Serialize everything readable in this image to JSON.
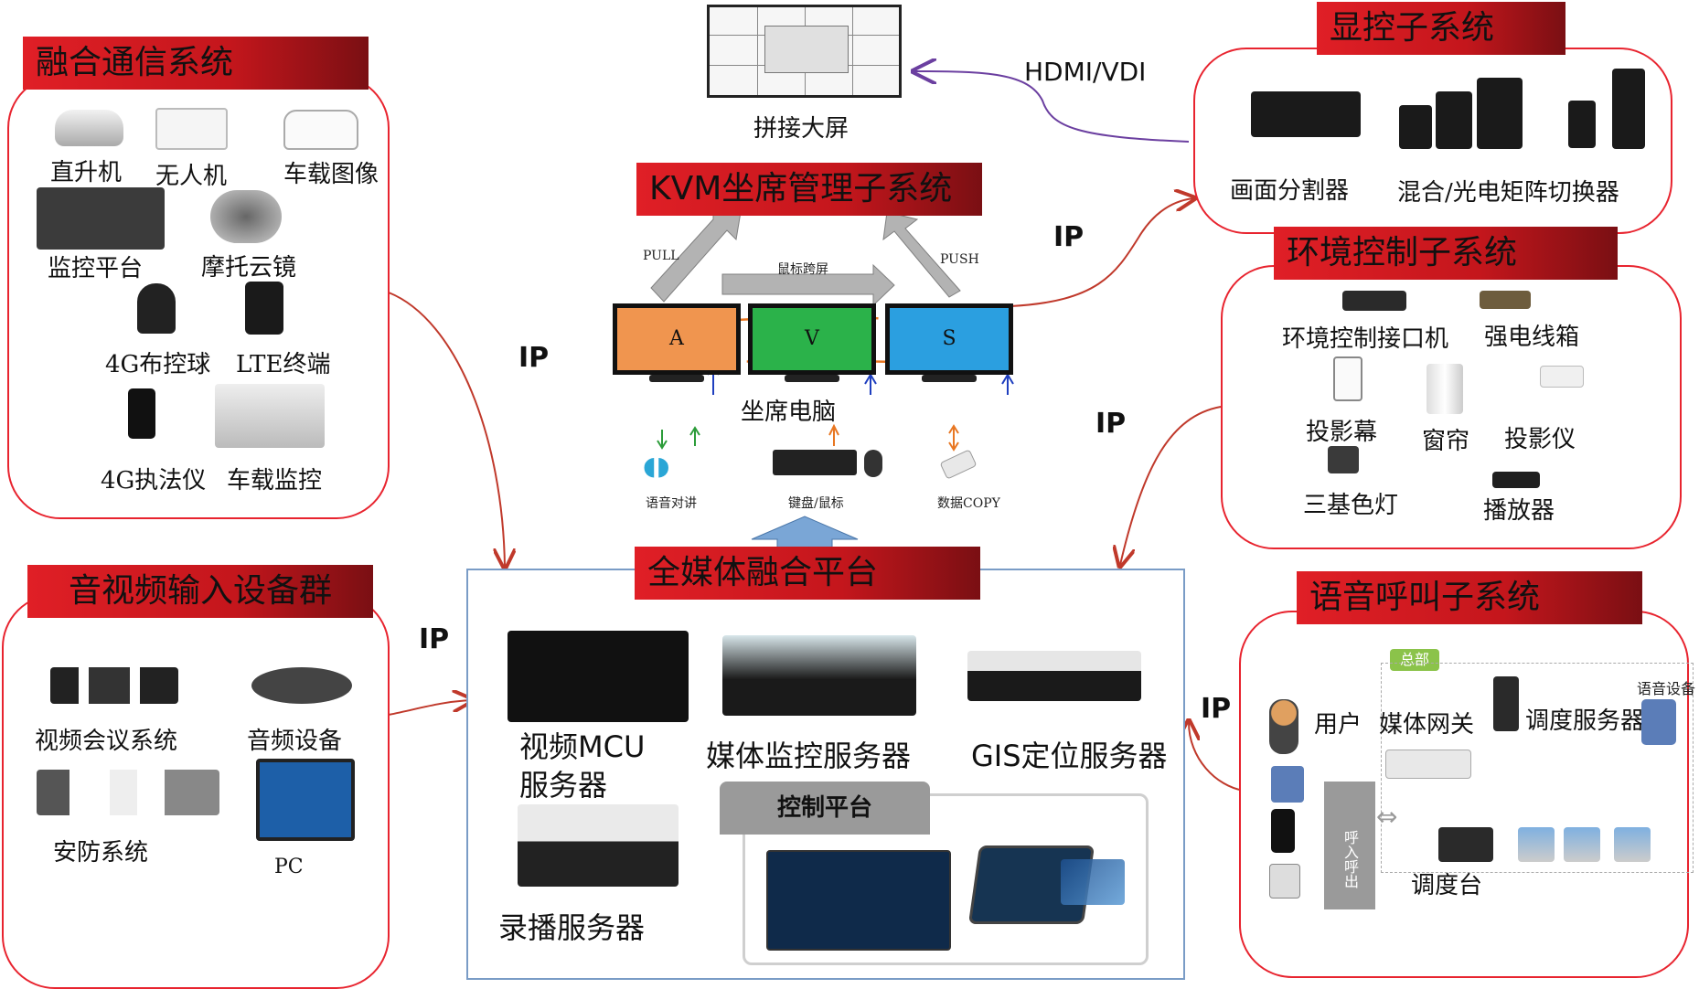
{
  "screen": {
    "label": "拼接大屏",
    "link_label": "HDMI/VDI"
  },
  "kvm": {
    "title": "KVM坐席管理子系统",
    "pull": "PULL",
    "push": "PUSH",
    "mouse_cross": "鼠标跨屏",
    "monitors": [
      "A",
      "V",
      "S"
    ],
    "seat_pc": "坐席电脑",
    "io": [
      "语音对讲",
      "键盘/鼠标",
      "数据COPY"
    ]
  },
  "fusion_comm": {
    "title": "融合通信系统",
    "items": [
      "直升机",
      "无人机",
      "车载图像",
      "监控平台",
      "摩托云镜",
      "4G布控球",
      "LTE终端",
      "4G执法仪",
      "车载监控"
    ]
  },
  "display_control": {
    "title": "显控子系统",
    "items": [
      "画面分割器",
      "混合/光电矩阵切换器"
    ]
  },
  "env_control": {
    "title": "环境控制子系统",
    "items": [
      "环境控制接口机",
      "强电线箱",
      "投影幕",
      "窗帘",
      "投影仪",
      "三基色灯",
      "播放器"
    ]
  },
  "av_input": {
    "title": "音视频输入设备群",
    "items": [
      "视频会议系统",
      "音频设备",
      "安防系统",
      "PC"
    ]
  },
  "platform": {
    "title": "全媒体融合平台",
    "mcu_line1": "视频MCU",
    "mcu_line2": "服务器",
    "media_monitor": "媒体监控服务器",
    "gis": "GIS定位服务器",
    "recorder": "录播服务器",
    "control": "控制平台"
  },
  "voice_call": {
    "title": "语音呼叫子系统",
    "hq": "总部",
    "voice_device": "语音设备",
    "user": "用户",
    "gateway": "媒体网关",
    "dispatch_server": "调度服务器",
    "call_inout": "呼入呼出",
    "console": "调度台"
  },
  "ip_label": "IP",
  "colors": {
    "accent": "#e8242f",
    "banner_dark": "#7a0f13",
    "link_purple": "#6b3fa0",
    "link_red": "#c0392b",
    "platform_border": "#7a9cc6"
  }
}
